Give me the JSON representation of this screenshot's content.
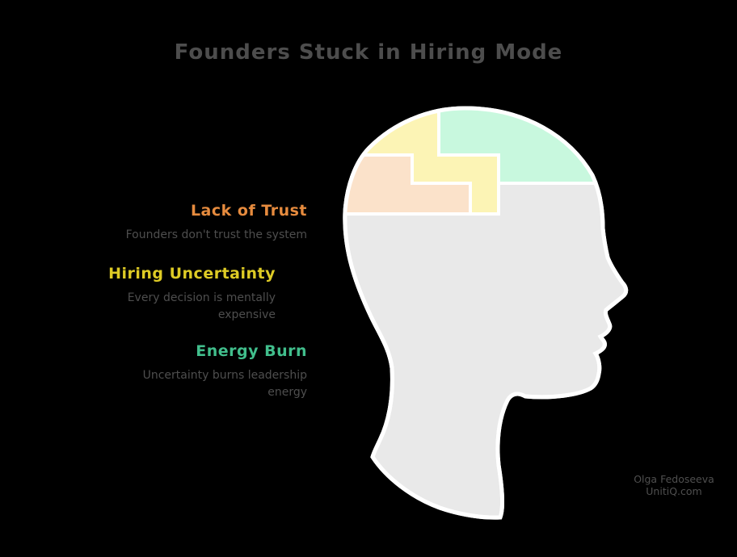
{
  "title": "Founders Stuck in Hiring Mode",
  "sections": [
    {
      "label": "Lack of Trust",
      "desc_lines": [
        "Founders don't trust the system"
      ],
      "accent_color": "#e68b3e",
      "region_color": "#fbe2ca",
      "region_name": "lack-of-trust-brain-region"
    },
    {
      "label": "Hiring Uncertainty",
      "desc_lines": [
        "Every decision is mentally",
        "expensive"
      ],
      "accent_color": "#decb25",
      "region_color": "#fcf4b5",
      "region_name": "hiring-uncertainty-brain-region"
    },
    {
      "label": "Energy Burn",
      "desc_lines": [
        "Uncertainty burns leadership",
        "energy"
      ],
      "accent_color": "#41be8c",
      "region_color": "#c8f8de",
      "region_name": "energy-burn-brain-region"
    }
  ],
  "attribution": {
    "line1": "Olga Fedoseeva",
    "line2": "UnitiQ.com"
  },
  "colors": {
    "background": "#000000",
    "title_text": "#4d4d4d",
    "body_text": "#4e4e4e",
    "head_fill": "#e9e9e9",
    "outline": "#ffffff"
  }
}
